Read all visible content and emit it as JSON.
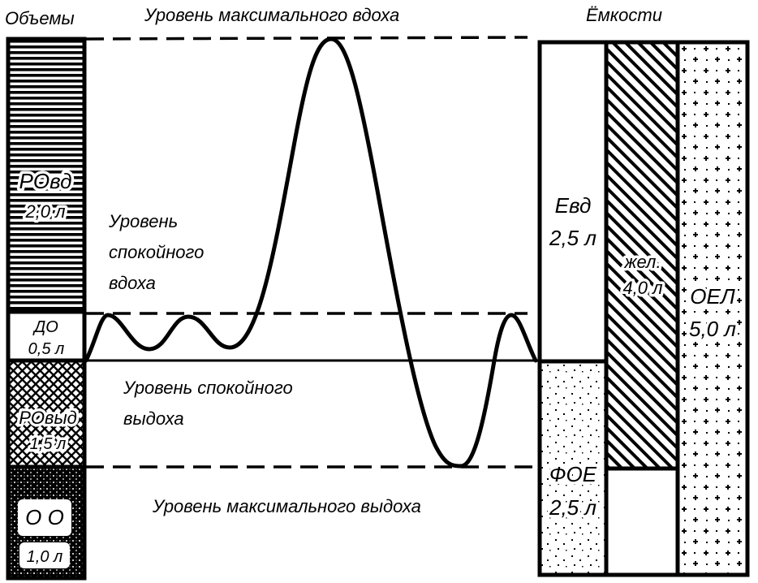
{
  "headings": {
    "volumes": "Объемы",
    "capacities": "Ёмкости",
    "max_inhale": "Уровень максимального вдоха",
    "max_exhale": "Уровень максимального выдоха"
  },
  "levels": {
    "calm_inhale": [
      "Уровень",
      "спокойного",
      "вдоха"
    ],
    "calm_exhale": [
      "Уровень спокойного",
      "выдоха"
    ]
  },
  "volumes": {
    "ROvd": {
      "name": "РОвд",
      "value": "2,0 л"
    },
    "DO": {
      "name": "ДО",
      "value": "0,5 л"
    },
    "ROvyd": {
      "name": "РОвыд",
      "value": "1,5 л"
    },
    "OO": {
      "name": "О О",
      "value": "1,0 л"
    }
  },
  "capacities": {
    "Evd": {
      "name": "Евд",
      "value": "2,5 л"
    },
    "FOE": {
      "name": "ФОЕ",
      "value": "2,5 л"
    },
    "ZhEL": {
      "name": "жел.",
      "value": "4,0 л"
    },
    "OEL": {
      "name": "ОЕЛ",
      "value": "5,0 л"
    }
  },
  "colors": {
    "ink": "#000000",
    "paper": "#ffffff"
  }
}
